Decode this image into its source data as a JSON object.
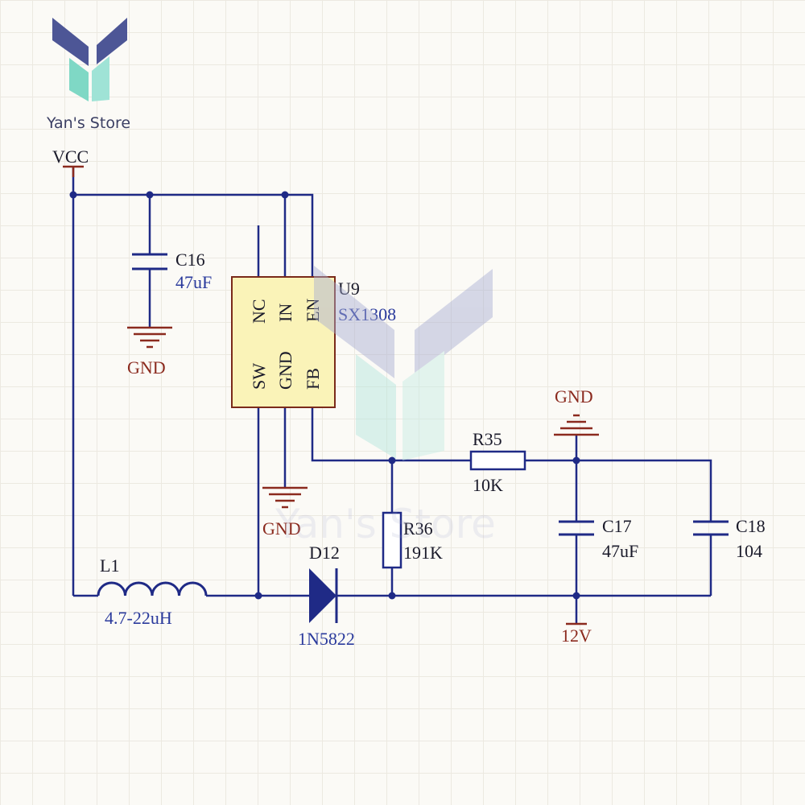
{
  "brand": {
    "name": "Yan's Store",
    "watermark": "Yan's Store"
  },
  "colors": {
    "wire": "#1f2a86",
    "label_blue": "#2a3a9c",
    "label_red": "#8b2a1e",
    "power_red": "#8b2a1e",
    "ic_fill": "#faf3b8",
    "ic_border": "#7a2a1a",
    "grid": "#ece9e1",
    "background": "#fbfaf6"
  },
  "ic": {
    "designator": "U9",
    "part": "SX1308",
    "pins": {
      "nc": "NC",
      "in": "IN",
      "en": "EN",
      "sw": "SW",
      "gnd": "GND",
      "fb": "FB"
    }
  },
  "power": {
    "vcc": "VCC",
    "gnd": "GND",
    "out": "12V"
  },
  "components": {
    "c16": {
      "ref": "C16",
      "value": "47uF"
    },
    "c17": {
      "ref": "C17",
      "value": "47uF"
    },
    "c18": {
      "ref": "C18",
      "value": "104"
    },
    "r35": {
      "ref": "R35",
      "value": "10K"
    },
    "r36": {
      "ref": "R36",
      "value": "191K"
    },
    "l1": {
      "ref": "L1",
      "value": "4.7-22uH"
    },
    "d12": {
      "ref": "D12",
      "value": "1N5822"
    }
  }
}
